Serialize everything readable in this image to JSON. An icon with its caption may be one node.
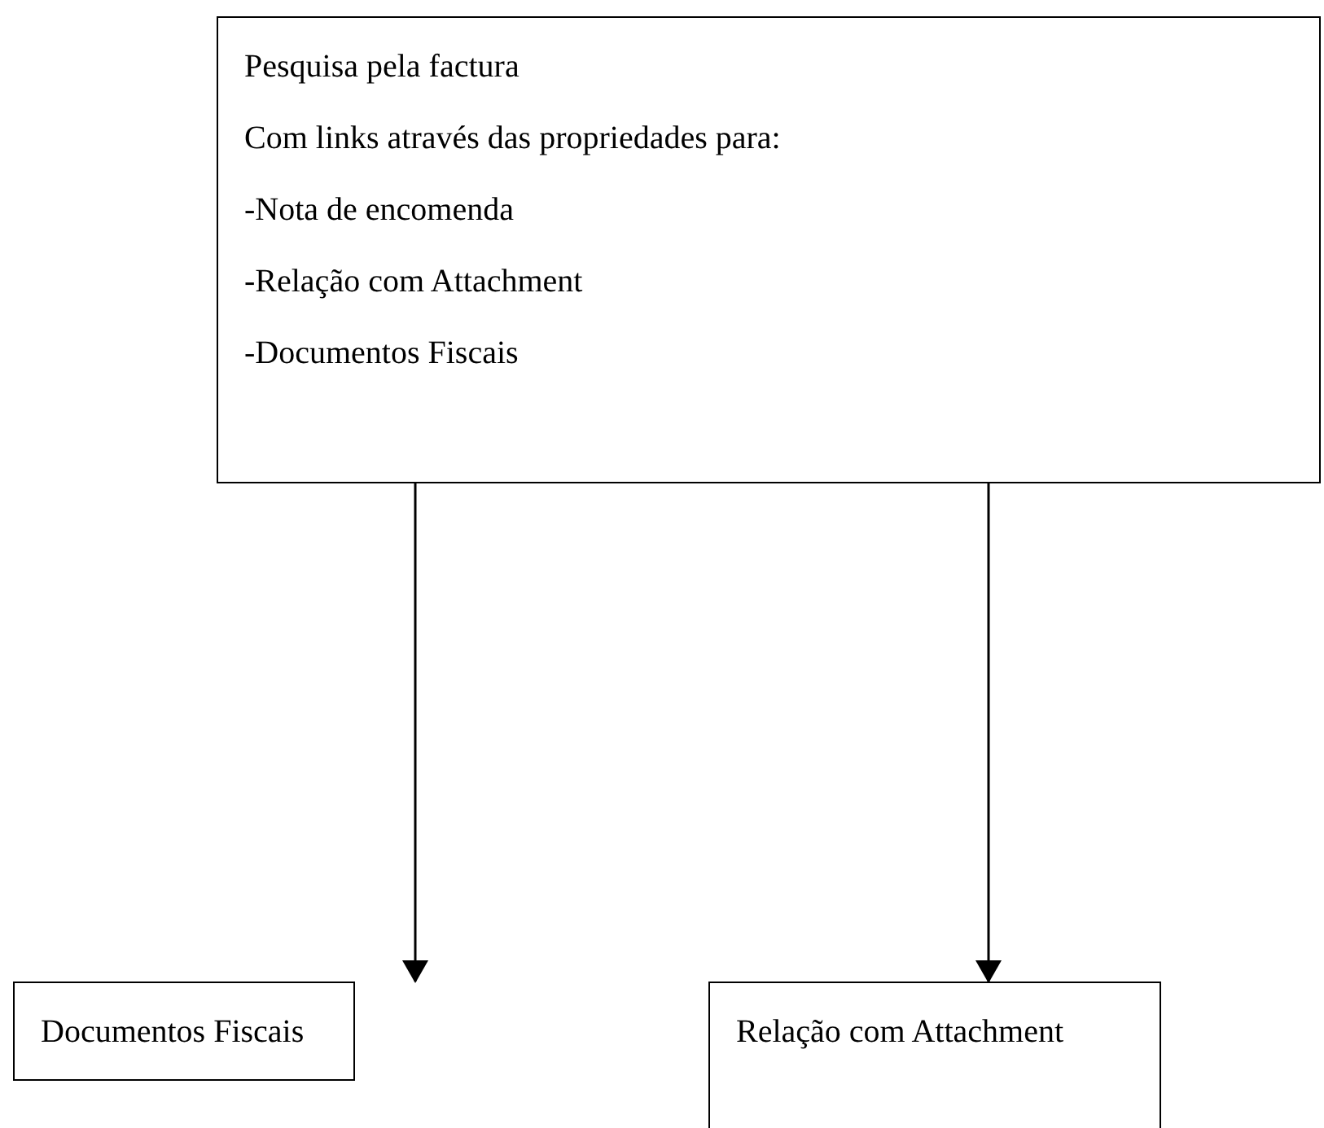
{
  "diagram": {
    "nodes": [
      {
        "text": [
          "Pesquisa pela factura",
          "Com links através das propriedades para:",
          "-Nota de encomenda",
          "-Relação com Attachment",
          "-Documentos Fiscais"
        ]
      },
      {
        "text": [
          "Documentos Fiscais"
        ]
      },
      {
        "text": [
          "Relação com Attachment"
        ]
      }
    ],
    "edges": [
      {
        "from": 0,
        "to": 1,
        "arrow": "to"
      },
      {
        "from": 0,
        "to": 2,
        "arrow": "to"
      }
    ]
  }
}
